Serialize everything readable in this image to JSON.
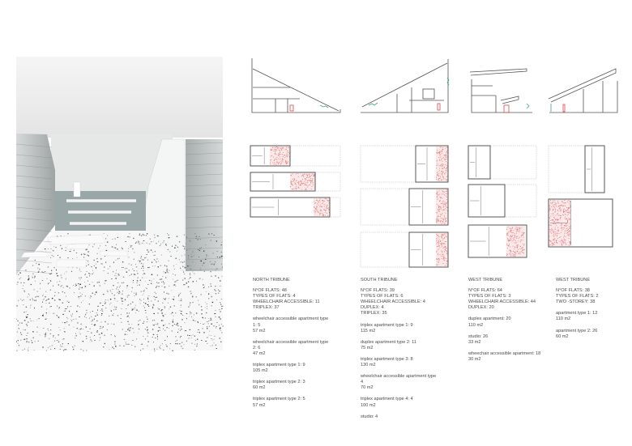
{
  "colors": {
    "line": "#555555",
    "pink": "#e59a9a",
    "green": "#3aa88a",
    "red": "#d94a4a",
    "glass": "#9fb1b3"
  },
  "columns": [
    {
      "heading": "NORTH TRIBUNE",
      "blocks": [
        [
          "N°OF FLATS: 48",
          "TYPES OF FLATS: 4",
          "WHEELCHAIR ACCESSIBLE: 11",
          "TRIPLEX: 37"
        ],
        [
          "wheelchair accessible apartment type",
          "1:  5",
          "57 m2"
        ],
        [
          "wheelchair accessible apartment type",
          "2: 6",
          "47 m2"
        ],
        [
          "triplex apartment type 1: 9",
          "105 m2"
        ],
        [
          "triplex apartment type 2: 3",
          "60 m2"
        ],
        [
          "triplex apartment type 2: 5",
          "57 m2"
        ]
      ]
    },
    {
      "heading": "SOUTH TRIBUNE",
      "blocks": [
        [
          "N°OF FLATS: 39",
          "TYPES OF FLATS: 6",
          "WHEELCHAIR ACCESSIBLE: 4",
          "DUPLEX: 4",
          "TRIPLEX: 35"
        ],
        [
          "triplex apartment type 1: 9",
          "115 m2"
        ],
        [
          "duplex apartment type 2: 11",
          "75 m2"
        ],
        [
          "triplex apartment type 3: 8",
          "130 m2"
        ],
        [
          "wheelchair accessible apartment type",
          "4",
          "70 m2"
        ],
        [
          "triplex apartment type 4: 4",
          "100 m2"
        ],
        [
          "studio: 4"
        ]
      ]
    },
    {
      "heading": "WEST TRIBUNE",
      "blocks": [
        [
          "N°OF FLATS: 64",
          "TYPES OF FLATS: 3",
          "WHEELCHAIR ACCESSIBLE: 44",
          "DUPLEX: 20"
        ],
        [
          "duplex apartment: 20",
          "110 m2"
        ],
        [
          "studio: 26",
          "33 m2"
        ],
        [
          "wheechair accessible apartment: 18",
          "30 m2"
        ]
      ]
    },
    {
      "heading": "WEST TRIBUNE",
      "blocks": [
        [
          "N°OF FLATS: 38",
          "TYPES OF FLATS: 2",
          "TWO -STOREY: 38"
        ],
        [
          "apartment type 1: 12",
          "110 m2"
        ],
        [
          "apartment type 2: 26",
          "60 m2"
        ]
      ]
    }
  ]
}
